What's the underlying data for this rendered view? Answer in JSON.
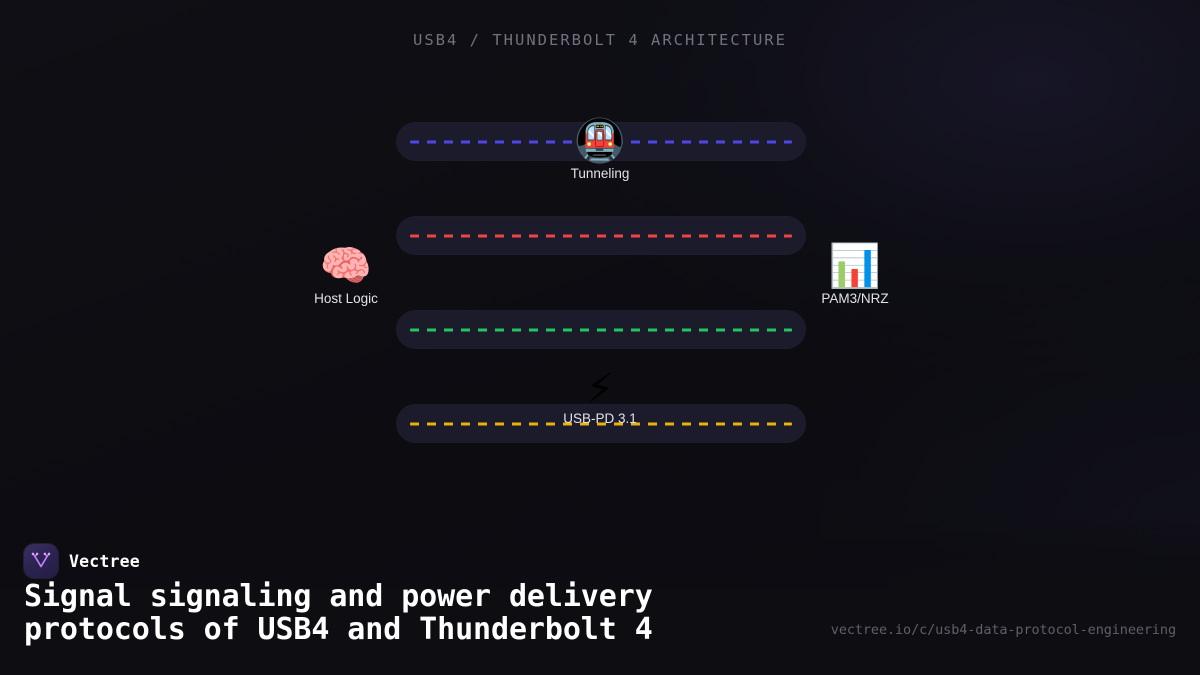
{
  "diagram": {
    "title": "USB4 / THUNDERBOLT 4 ARCHITECTURE",
    "lanes": [
      {
        "id": "lane-tunneling",
        "color": "#4f46e5",
        "style": "dashed"
      },
      {
        "id": "lane-protocol",
        "color": "#ef4444",
        "style": "dashed"
      },
      {
        "id": "lane-signaling",
        "color": "#22c55e",
        "style": "dashed"
      },
      {
        "id": "lane-power",
        "color": "#eab308",
        "style": "dashed"
      }
    ],
    "nodes": [
      {
        "id": "tunneling",
        "icon": "metro-train-icon",
        "glyph": "🚇",
        "label": "Tunneling"
      },
      {
        "id": "host",
        "icon": "brain-icon",
        "glyph": "🧠",
        "label": "Host Logic"
      },
      {
        "id": "pam",
        "icon": "bar-chart-icon",
        "glyph": "📊",
        "label": "PAM3/NRZ"
      },
      {
        "id": "usbpd",
        "icon": "lightning-bolt-icon",
        "glyph": "⚡",
        "label": "USB-PD 3.1"
      }
    ]
  },
  "footer": {
    "brand": "Vectree",
    "logo_icon": "vectree-logo-icon",
    "headline": "Signal signaling and power delivery\nprotocols of USB4 and Thunderbolt 4",
    "url": "vectree.io/c/usb4-data-protocol-engineering"
  },
  "colors": {
    "background": "#0e0e13",
    "lane_fill": "#1b1b2c",
    "title_text": "#71717f",
    "caption_text": "#e2e2e8",
    "headline_text": "#ffffff",
    "url_text": "#5f5f6d",
    "brand_accent": "#c77dff"
  }
}
